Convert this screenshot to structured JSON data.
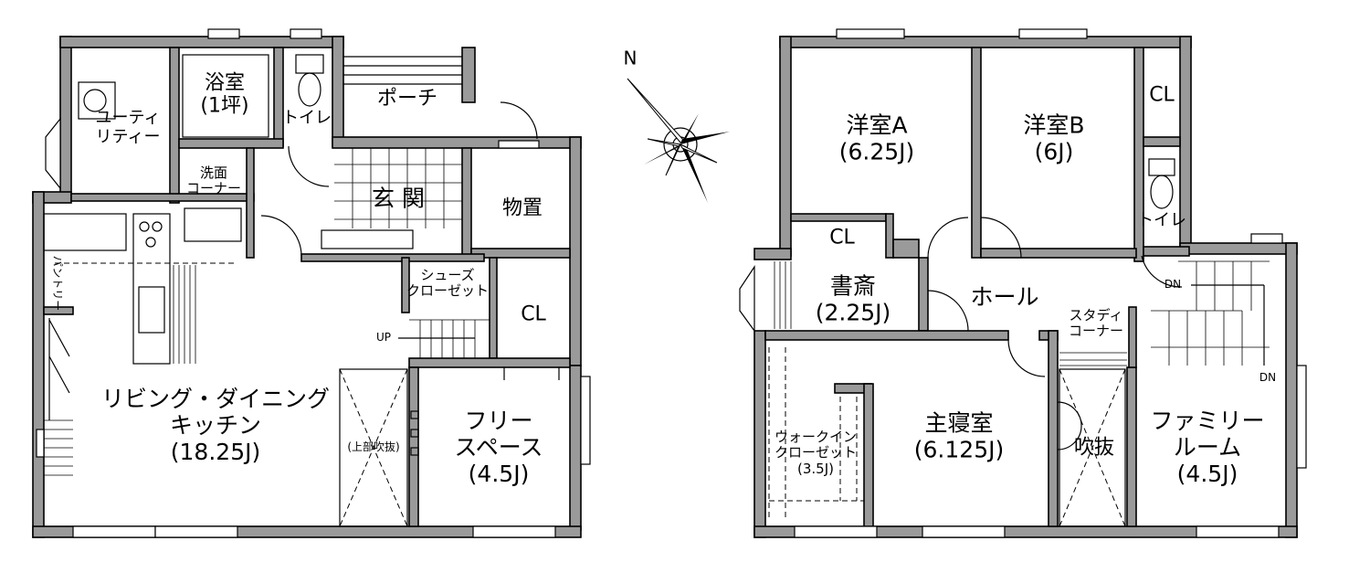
{
  "floor1": {
    "utility": [
      "ユーティ",
      "リティー"
    ],
    "bath": [
      "浴室",
      "(1坪)"
    ],
    "toilet": "トイレ",
    "porch": "ポーチ",
    "washroom": [
      "洗面",
      "コーナー"
    ],
    "entrance": "玄 関",
    "storage": "物置",
    "pantry": "パントリー",
    "shoe_closet": [
      "シューズ",
      "クローゼット"
    ],
    "closet": "CL",
    "up": "UP",
    "ldk": [
      "リビング・ダイニング",
      "キッチン",
      "(18.25J)"
    ],
    "void_upper": "(上部吹抜)",
    "free_space": [
      "フリー",
      "スペース",
      "(4.5J)"
    ]
  },
  "floor2": {
    "room_a": [
      "洋室A",
      "(6.25J)"
    ],
    "room_b": [
      "洋室B",
      "(6J)"
    ],
    "closet_a": "CL",
    "closet_b": "CL",
    "toilet": "トイレ",
    "study": [
      "書斎",
      "(2.25J)"
    ],
    "hall": "ホール",
    "study_corner": [
      "スタディ",
      "コーナー"
    ],
    "dn_1": "DN",
    "dn_2": "DN",
    "walk_in": [
      "ウォークイン",
      "クローゼット",
      "(3.5J)"
    ],
    "master": [
      "主寝室",
      "(6.125J)"
    ],
    "void": "吹抜",
    "family": [
      "ファミリー",
      "ルーム",
      "(4.5J)"
    ]
  },
  "compass": {
    "label": "N"
  }
}
